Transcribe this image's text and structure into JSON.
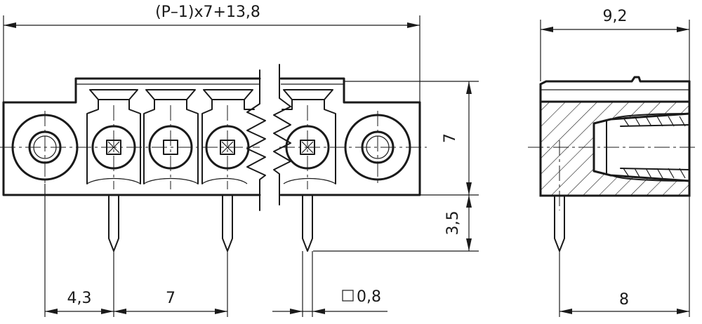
{
  "dimensions": {
    "overall_width": "(P–1)x7+13,8",
    "depth": "9,2",
    "height": "7",
    "pin_length": "3,5",
    "pin_offset": "4,3",
    "pitch": "7",
    "pin_square": "0,8",
    "pin_to_back": "8"
  },
  "colors": {
    "line": "#1a1a1a",
    "background": "#ffffff"
  }
}
